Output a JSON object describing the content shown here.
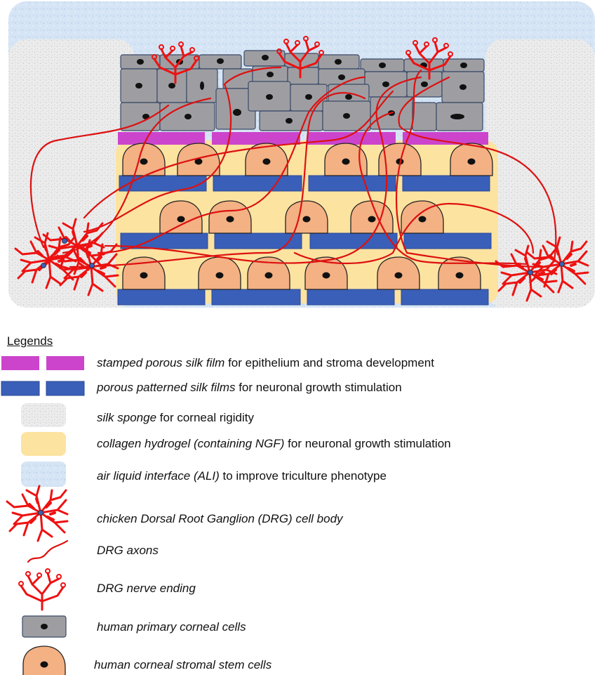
{
  "legend": {
    "title": "Legends",
    "items": [
      {
        "key": "stamped-film",
        "italic": "stamped porous silk film",
        "rest": " for epithelium and stroma development",
        "color": "#cc44cc"
      },
      {
        "key": "patterned-film",
        "italic": "porous patterned silk films",
        "rest": " for neuronal growth stimulation",
        "color": "#3a5fb8"
      },
      {
        "key": "sponge",
        "italic": "silk sponge",
        "rest": " for corneal rigidity",
        "color": "#e6e6e6"
      },
      {
        "key": "hydrogel",
        "italic": "collagen hydrogel (containing NGF)",
        "rest": " for neuronal growth stimulation",
        "color": "#fde3a0"
      },
      {
        "key": "ali",
        "italic": "air liquid interface (ALI)",
        "rest": " to improve triculture phenotype",
        "color": "#d3e3f4"
      },
      {
        "key": "drg-body",
        "italic": "chicken Dorsal Root Ganglion (DRG) cell body",
        "rest": "",
        "color": "#ee1111"
      },
      {
        "key": "drg-axons",
        "italic": "DRG axons",
        "rest": "",
        "color": "#dd1111"
      },
      {
        "key": "drg-ending",
        "italic": "DRG nerve ending",
        "rest": "",
        "color": "#ee1111"
      },
      {
        "key": "corneal-cells",
        "italic": "human primary corneal cells",
        "rest": "",
        "color": "#9e9ea2"
      },
      {
        "key": "stem-cells",
        "italic": "human corneal stromal stem cells",
        "rest": "",
        "color": "#f4b183"
      }
    ]
  },
  "icons": {
    "drg_body": "neuron-cell-body-icon",
    "drg_axon": "axon-line-icon",
    "drg_ending": "nerve-ending-icon",
    "corneal_cell": "corneal-cell-icon",
    "stem_cell": "stem-cell-icon"
  }
}
